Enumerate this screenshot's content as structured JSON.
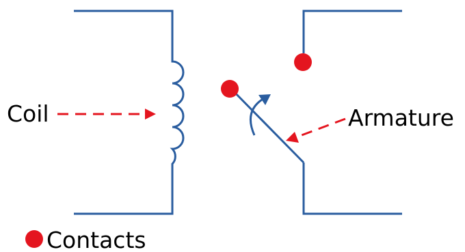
{
  "labels": {
    "coil": "Coil",
    "armature": "Armature",
    "contacts": "Contacts"
  },
  "colors": {
    "wire": "#2a5d9f",
    "contact": "#e4151f",
    "arrow": "#e4151f",
    "text": "#000000"
  }
}
